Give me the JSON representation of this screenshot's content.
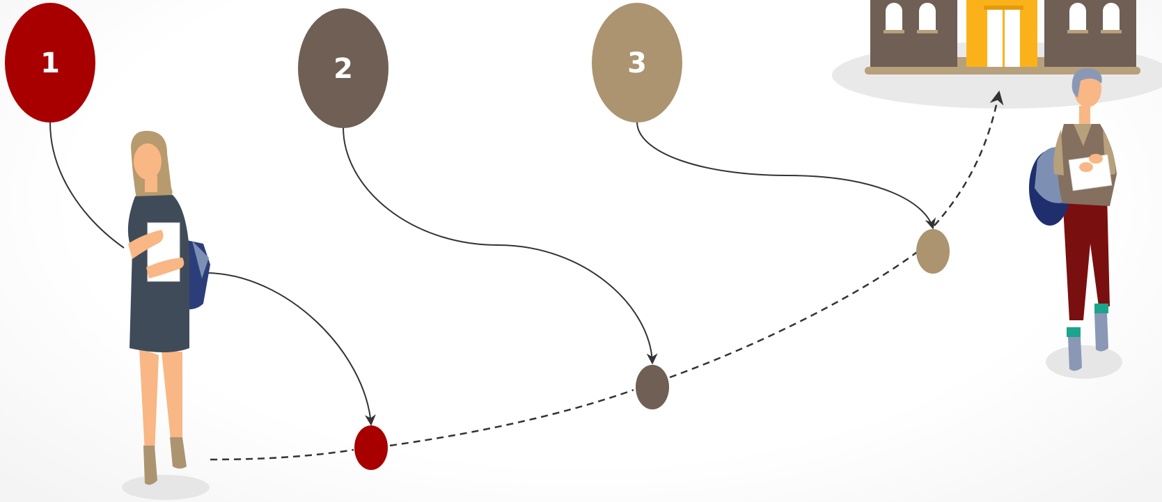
{
  "steps": [
    {
      "number": "1",
      "color": "#a80000"
    },
    {
      "number": "2",
      "color": "#6f5f55"
    },
    {
      "number": "3",
      "color": "#ab946f"
    }
  ],
  "colors": {
    "path_line": "#333333",
    "building_wall": "#6f5f55",
    "building_door": "#fbb21a",
    "building_base": "#b7a07c",
    "shadow": "#e6e6e6"
  },
  "figures": {
    "left": "woman-student-icon",
    "right": "man-student-icon",
    "destination": "school-building-icon"
  }
}
